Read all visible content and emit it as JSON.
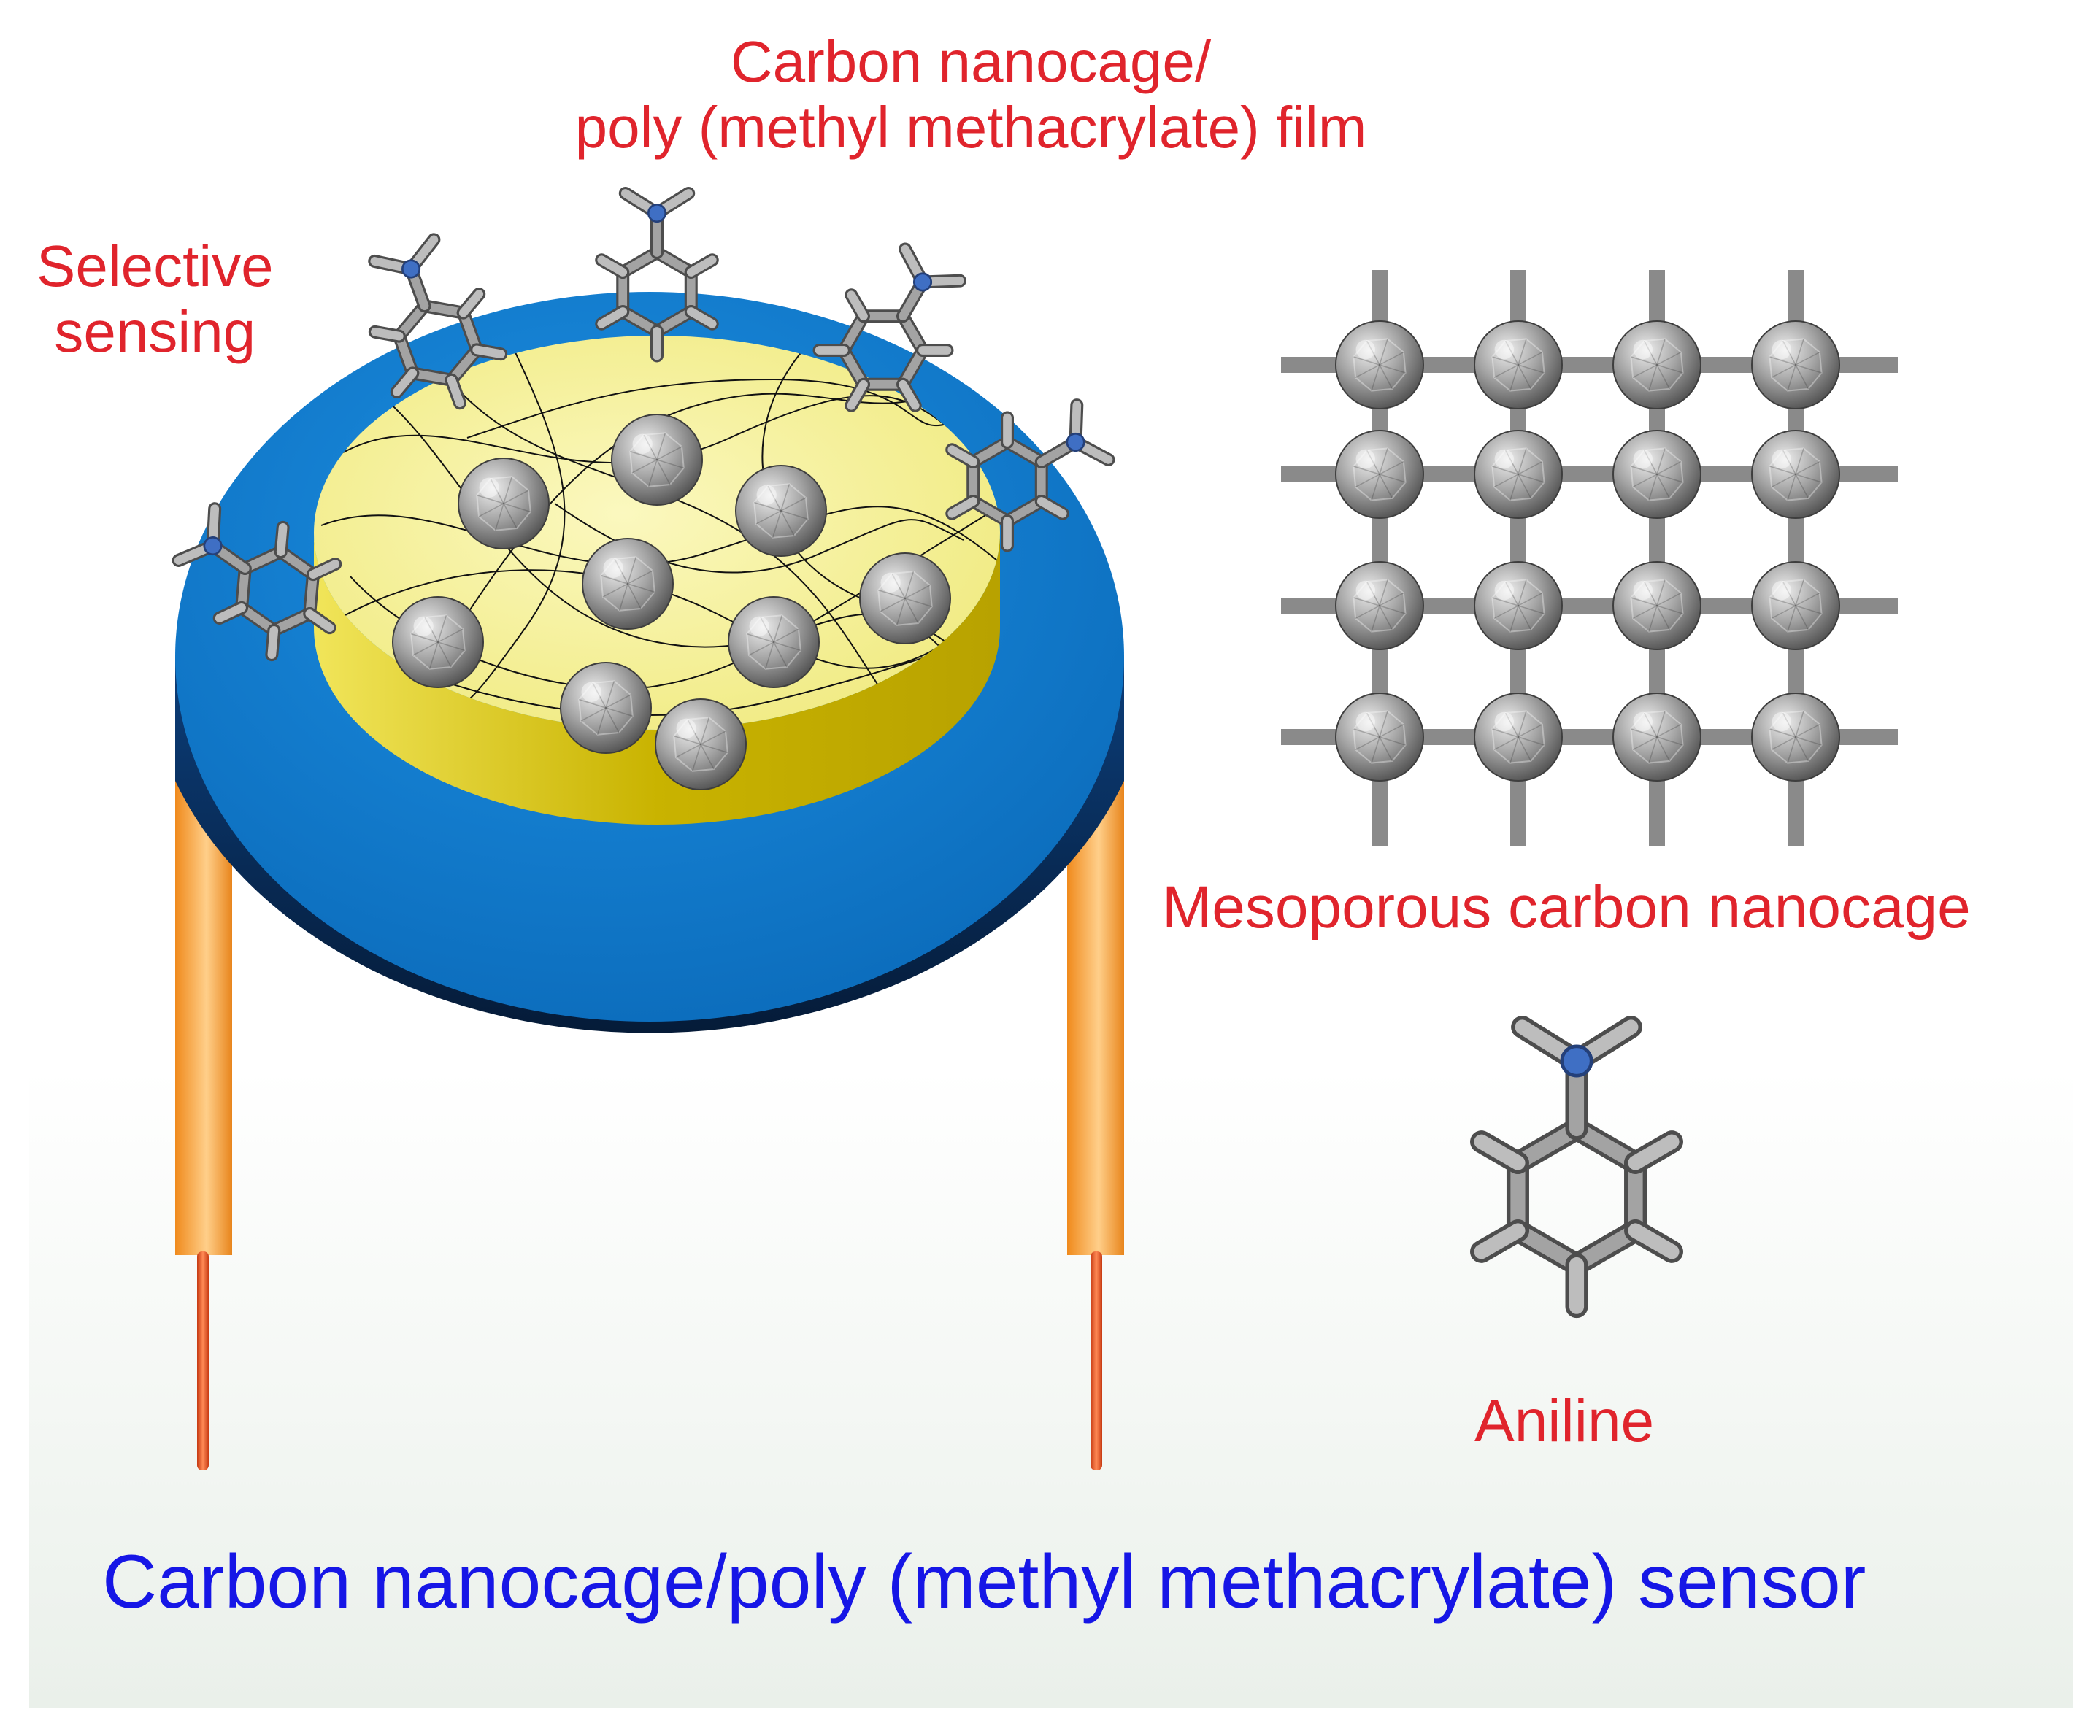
{
  "labels": {
    "film": {
      "line1": "Carbon nanocage/",
      "line2": "poly (methyl methacrylate) film"
    },
    "selective": {
      "line1": "Selective",
      "line2": "sensing"
    },
    "mesoporous": "Mesoporous carbon nanocage",
    "aniline": "Aniline",
    "sensor": "Carbon nanocage/poly (methyl methacrylate) sensor"
  },
  "colors": {
    "label_red": "#e0242c",
    "title_blue": "#1616e6",
    "disk_top": "#0a79d1",
    "disk_side": "#0b2d5c",
    "film_top": "#f6f29c",
    "film_side": "#c3b000",
    "lead_orange": "#f7a44a",
    "wire": "#ef5a24",
    "nanocage": "#8c8c8c",
    "bond_gray": "#8a8a8a",
    "nitrogen": "#3f6fc4"
  },
  "icons": {
    "nanocage": "faceted-sphere",
    "molecule": "aniline-stick-model"
  }
}
